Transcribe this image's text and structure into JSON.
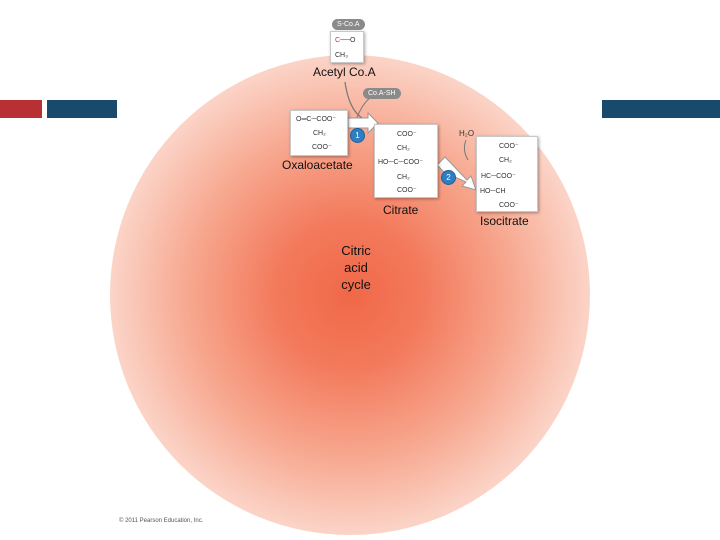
{
  "compounds": {
    "acetyl_coa": {
      "label": "Acetyl Co.A",
      "pill": "S-Co.A",
      "line1": "C",
      "line1b": "O",
      "line2": "CH₃"
    },
    "coa_sh": {
      "pill": "Co.A-SH"
    },
    "oxaloacetate": {
      "label": "Oxaloacetate",
      "row1": "O═C─COO⁻",
      "row2": "CH₂",
      "row3": "COO⁻"
    },
    "citrate": {
      "label": "Citrate",
      "row1": "COO⁻",
      "row2": "CH₂",
      "row3": "HO─C─COO⁻",
      "row4": "CH₂",
      "row5": "COO⁻"
    },
    "water": {
      "label": "H₂O"
    },
    "isocitrate": {
      "label": "Isocitrate",
      "row1": "COO⁻",
      "row2": "CH₂",
      "row3": "HC─COO⁻",
      "row4": "HO─CH",
      "row5": "COO⁻"
    }
  },
  "steps": {
    "step1": "1",
    "step2": "2"
  },
  "cycle_label": {
    "line1": "Citric",
    "line2": "acid",
    "line3": "cycle"
  },
  "footer": {
    "copyright": "© 2011 Pearson Education, Inc."
  },
  "colors": {
    "header_red": "#b82f34",
    "header_blue": "#174a6c",
    "cycle_glow": "#f06848",
    "step_blue": "#2f7ec2"
  }
}
